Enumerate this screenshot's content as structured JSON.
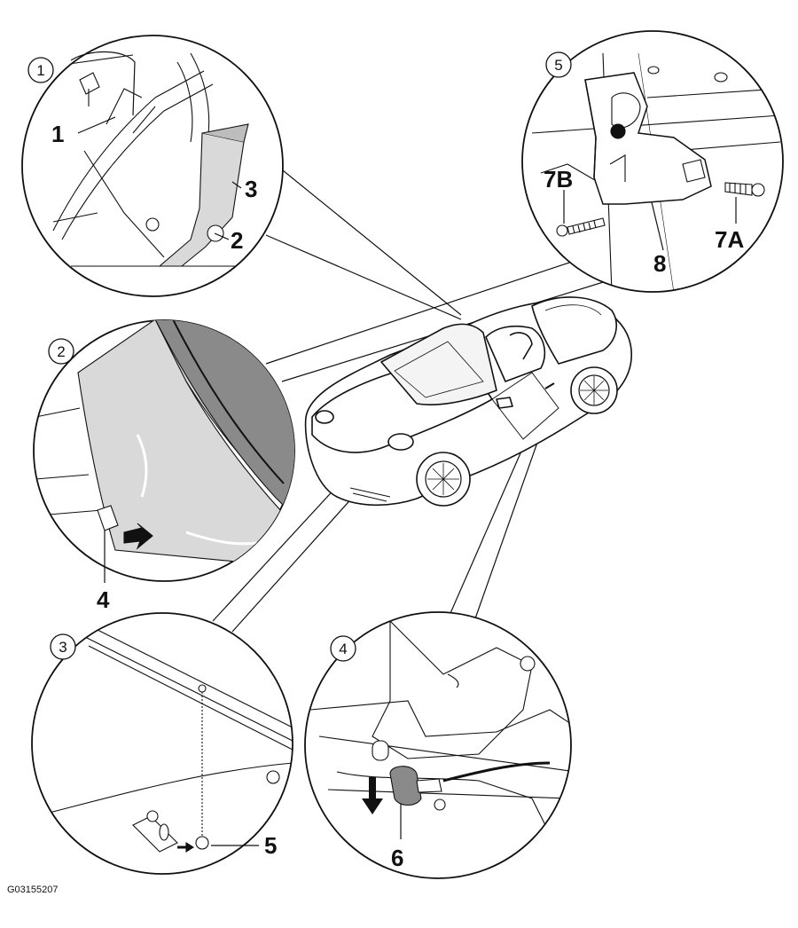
{
  "figure_code": "G03155207",
  "details": [
    {
      "number": "1"
    },
    {
      "number": "2"
    },
    {
      "number": "3"
    },
    {
      "number": "4"
    },
    {
      "number": "5"
    }
  ],
  "callouts": {
    "c1": "1",
    "c2": "2",
    "c3": "3",
    "c4": "4",
    "c5": "5",
    "c6": "6",
    "c7a": "7A",
    "c7b": "7B",
    "c8": "8"
  },
  "colors": {
    "line": "#111111",
    "panel_fill": "#d9d9d9",
    "seal_fill": "#8a8a8a"
  }
}
